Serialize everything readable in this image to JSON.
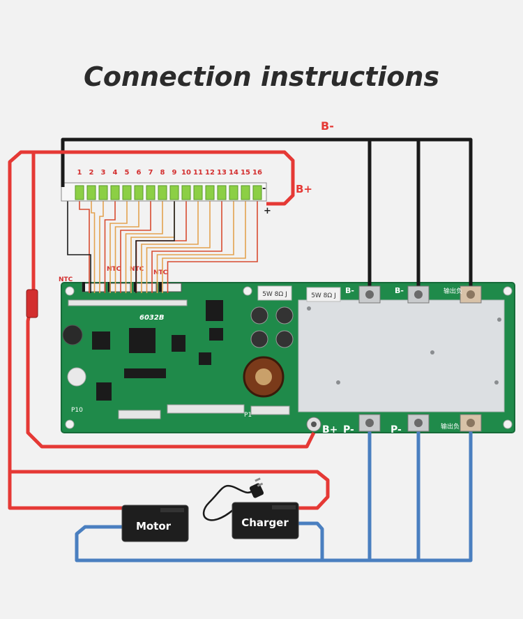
{
  "title": "Connection instructions",
  "labels": {
    "b_minus": "B-",
    "b_plus": "B+",
    "pack_minus": "-",
    "pack_plus": "+",
    "ntc": "NTC",
    "board_model": "6032B",
    "port_p10": "P10",
    "port_p1": "P1",
    "term_b_plus": "B+",
    "term_p_minus": "P-",
    "term_b_minus": "B-",
    "term_output_neg": "输出负",
    "resistor_1": "5W 8Ω J",
    "resistor_2": "5W 8Ω J",
    "motor": "Motor",
    "charger": "Charger"
  },
  "cells": [
    "1",
    "2",
    "3",
    "4",
    "5",
    "6",
    "7",
    "8",
    "9",
    "10",
    "11",
    "12",
    "13",
    "14",
    "15",
    "16"
  ],
  "colors": {
    "red_wire": "#e53935",
    "black_wire": "#1a1a1a",
    "blue_wire": "#4a7fc0",
    "orange_wire": "#e3a24f",
    "pcb_green": "#1f8a4a",
    "connector_green": "#8ccf45",
    "heatsink": "#dcdfe2"
  }
}
